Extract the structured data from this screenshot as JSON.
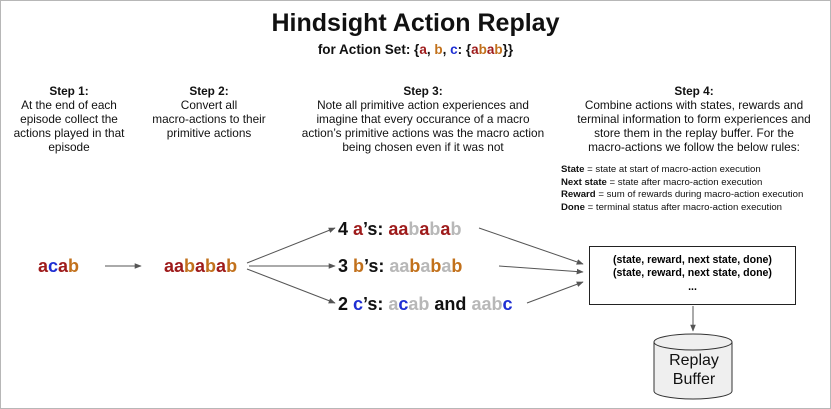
{
  "colors": {
    "a": "#9e1b1b",
    "b": "#c2711c",
    "c": "#1f2fd3",
    "faded": "#b8b8b8",
    "text": "#111111"
  },
  "title": "Hindsight Action Replay",
  "subtitle": {
    "prefix": "for Action Set: {",
    "a": "a",
    "sep1": ", ",
    "b": "b",
    "sep2": ", ",
    "c": "c",
    "mid": ": {",
    "ab1": "a",
    "ab2": "b",
    "ab3": "a",
    "ab4": "b",
    "suffix": "}}"
  },
  "steps": [
    {
      "heading": "Step 1:",
      "lines": [
        "At the end of each",
        "episode collect the",
        "actions played in that",
        "episode"
      ]
    },
    {
      "heading": "Step 2:",
      "lines": [
        "Convert all",
        "macro-actions to their",
        "primitive actions"
      ]
    },
    {
      "heading": "Step 3:",
      "lines": [
        "Note all primitive action experiences and",
        "imagine that every occurance of a macro",
        "action’s primitive actions was the macro action",
        "being chosen even if it was not"
      ]
    },
    {
      "heading": "Step 4:",
      "lines": [
        "Combine actions with states, rewards and",
        "terminal information to form experiences and",
        "store them in the replay buffer. For the",
        "macro-actions we follow the below rules:"
      ]
    }
  ],
  "rules": [
    {
      "term": "State",
      "text": " = state at start of macro-action execution"
    },
    {
      "term": "Next state",
      "text": " = state after macro-action execution"
    },
    {
      "term": "Reward",
      "text": " = sum of rewards during macro-action execution"
    },
    {
      "term": "Done",
      "text": " = terminal status after macro-action execution"
    }
  ],
  "episode_sequence": [
    {
      "ch": "a",
      "color": "a"
    },
    {
      "ch": "c",
      "color": "c"
    },
    {
      "ch": "a",
      "color": "a"
    },
    {
      "ch": "b",
      "color": "b"
    }
  ],
  "primitive_sequence": [
    {
      "ch": "a",
      "color": "a"
    },
    {
      "ch": "a",
      "color": "a"
    },
    {
      "ch": "b",
      "color": "b"
    },
    {
      "ch": "a",
      "color": "a"
    },
    {
      "ch": "b",
      "color": "b"
    },
    {
      "ch": "a",
      "color": "a"
    },
    {
      "ch": "b",
      "color": "b"
    }
  ],
  "experiences": [
    {
      "count": "4",
      "letter": "a",
      "label_suffix": "’s: ",
      "sequences": [
        [
          {
            "ch": "a",
            "color": "a"
          },
          {
            "ch": "a",
            "color": "a"
          },
          {
            "ch": "b",
            "color": "faded"
          },
          {
            "ch": "a",
            "color": "a"
          },
          {
            "ch": "b",
            "color": "faded"
          },
          {
            "ch": "a",
            "color": "a"
          },
          {
            "ch": "b",
            "color": "faded"
          }
        ]
      ],
      "joiner": ""
    },
    {
      "count": "3",
      "letter": "b",
      "label_suffix": "’s: ",
      "sequences": [
        [
          {
            "ch": "a",
            "color": "faded"
          },
          {
            "ch": "a",
            "color": "faded"
          },
          {
            "ch": "b",
            "color": "b"
          },
          {
            "ch": "a",
            "color": "faded"
          },
          {
            "ch": "b",
            "color": "b"
          },
          {
            "ch": "a",
            "color": "faded"
          },
          {
            "ch": "b",
            "color": "b"
          }
        ]
      ],
      "joiner": ""
    },
    {
      "count": "2",
      "letter": "c",
      "label_suffix": "’s: ",
      "sequences": [
        [
          {
            "ch": "a",
            "color": "faded"
          },
          {
            "ch": "c",
            "color": "c"
          },
          {
            "ch": "a",
            "color": "faded"
          },
          {
            "ch": "b",
            "color": "faded"
          }
        ],
        [
          {
            "ch": "a",
            "color": "faded"
          },
          {
            "ch": "a",
            "color": "faded"
          },
          {
            "ch": "b",
            "color": "faded"
          },
          {
            "ch": "c",
            "color": "c"
          }
        ]
      ],
      "joiner": " and "
    }
  ],
  "buffer_box": {
    "lines": [
      "(state, reward, next state, done)",
      "(state, reward, next state, done)",
      "..."
    ]
  },
  "replay_buffer": {
    "line1": "Replay",
    "line2": "Buffer"
  }
}
